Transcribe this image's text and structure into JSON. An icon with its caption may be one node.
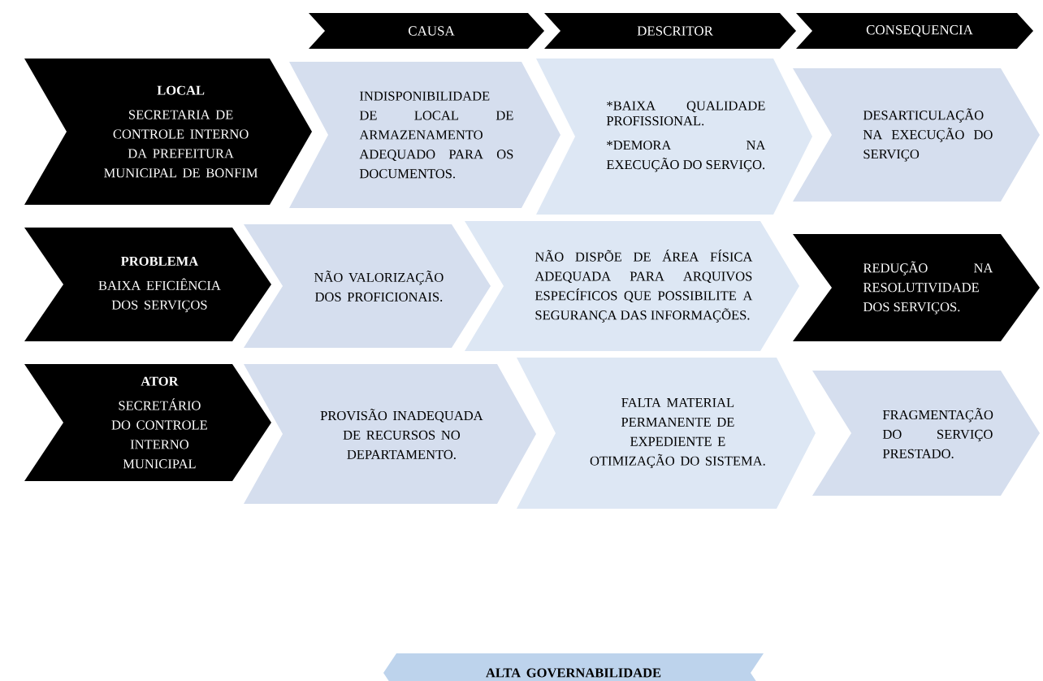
{
  "diagram": {
    "nodes": [
      {
        "text": [
          "CAUSA"
        ]
      },
      {
        "text": [
          "DESCRITOR"
        ]
      },
      {
        "text": [
          "CONSEQUENCIA"
        ]
      },
      {
        "text": [
          "LOCAL",
          "SECRETARIA DE CONTROLE INTERNO DA PREFEITURA MUNICIPAL DE BONFIM"
        ]
      },
      {
        "text": [
          "INDISPONIBILIDADE DE LOCAL DE ARMAZENAMENTO ADEQUADO PARA OS DOCUMENTOS."
        ]
      },
      {
        "text": [
          "*BAIXA QUALIDADE PROFISSIONAL.",
          "*DEMORA NA EXECUÇÃO DO SERVIÇO."
        ]
      },
      {
        "text": [
          "DESARTICULAÇÃO NA EXECUÇÃO DO SERVIÇO"
        ]
      },
      {
        "text": [
          "PROBLEMA",
          "BAIXA EFICIÊNCIA DOS SERVIÇOS"
        ]
      },
      {
        "text": [
          "NÃO VALORIZAÇÃO DOS PROFICIONAIS."
        ]
      },
      {
        "text": [
          "NÃO DISPÕE DE ÁREA FÍSICA ADEQUADA PARA ARQUIVOS ESPECÍFICOS QUE POSSIBILITE A SEGURANÇA DAS INFORMAÇÕES."
        ]
      },
      {
        "text": [
          "REDUÇÃO NA RESOLUTIVIDADE DOS SERVIÇOS."
        ]
      },
      {
        "text": [
          "ATOR",
          "SECRETÁRIO DO CONTROLE INTERNO MUNICIPAL"
        ]
      },
      {
        "text": [
          "PROVISÃO INADEQUADA DE RECURSOS NO DEPARTAMENTO."
        ]
      },
      {
        "text": [
          "FALTA MATERIAL PERMANENTE DE EXPEDIENTE E OTIMIZAÇÃO DO SISTEMA."
        ]
      },
      {
        "text": [
          "FRAGMENTAÇÃO DO SERVIÇO PRESTADO."
        ]
      },
      {
        "text": [
          "ALTA GOVERNABILIDADE"
        ]
      }
    ]
  }
}
